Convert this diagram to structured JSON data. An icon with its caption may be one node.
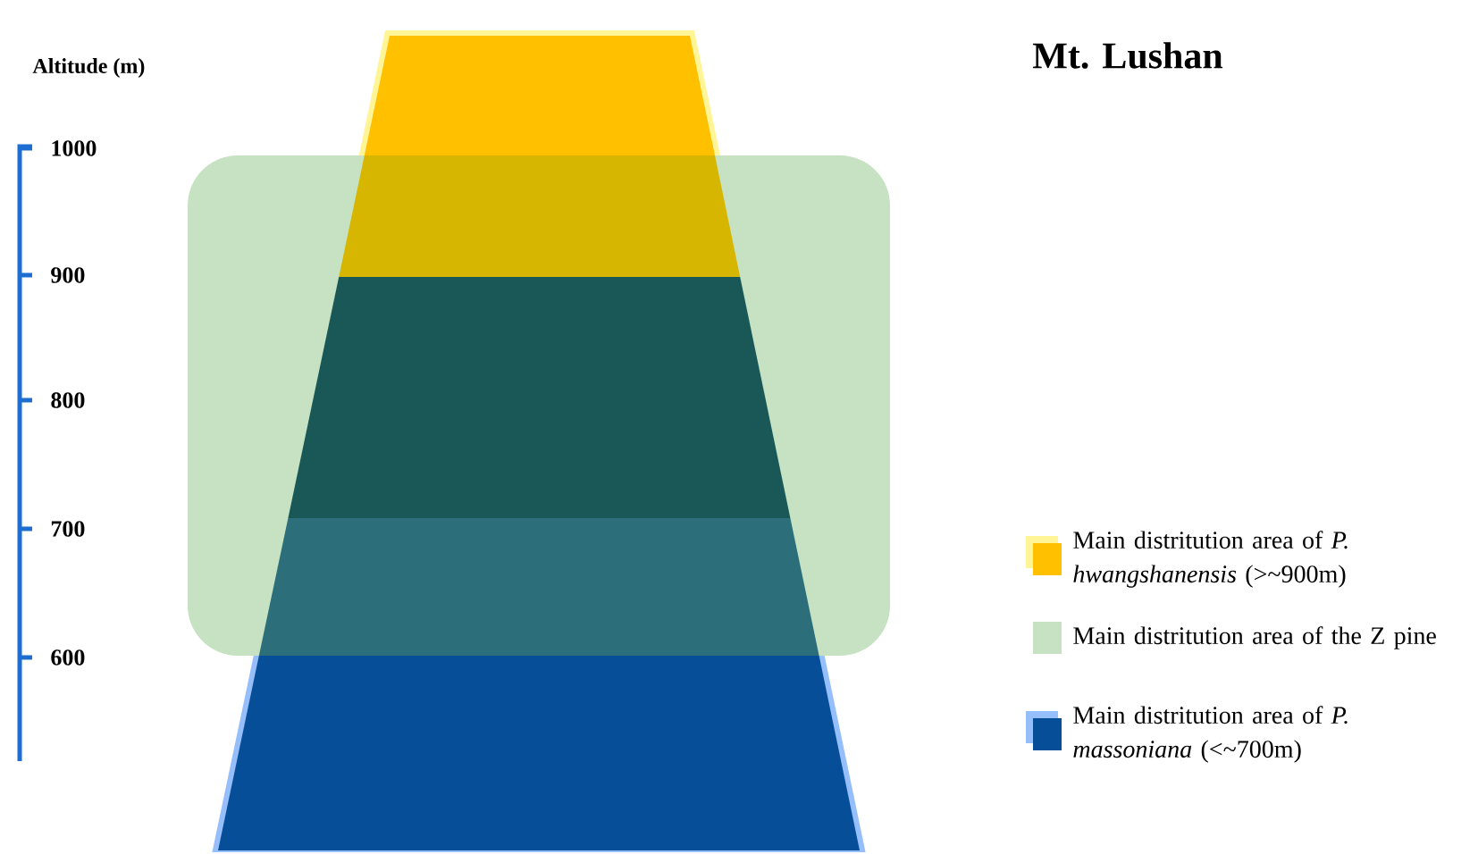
{
  "diagram": {
    "title": "Mt. Lushan",
    "labels": [
      "Altitude (m)",
      "1000",
      "900",
      "800",
      "700",
      "600"
    ],
    "legend": [
      {
        "text": "Main distritution area of *P. hwangshanensis* (>~900m)",
        "color": "#ffc000"
      },
      {
        "text": "Main distritution area of the Z pine",
        "color": "#c6e2c2"
      },
      {
        "text": "Main distritution area of *P. massoniana* (<~700m)",
        "color": "#064f98"
      }
    ]
  }
}
